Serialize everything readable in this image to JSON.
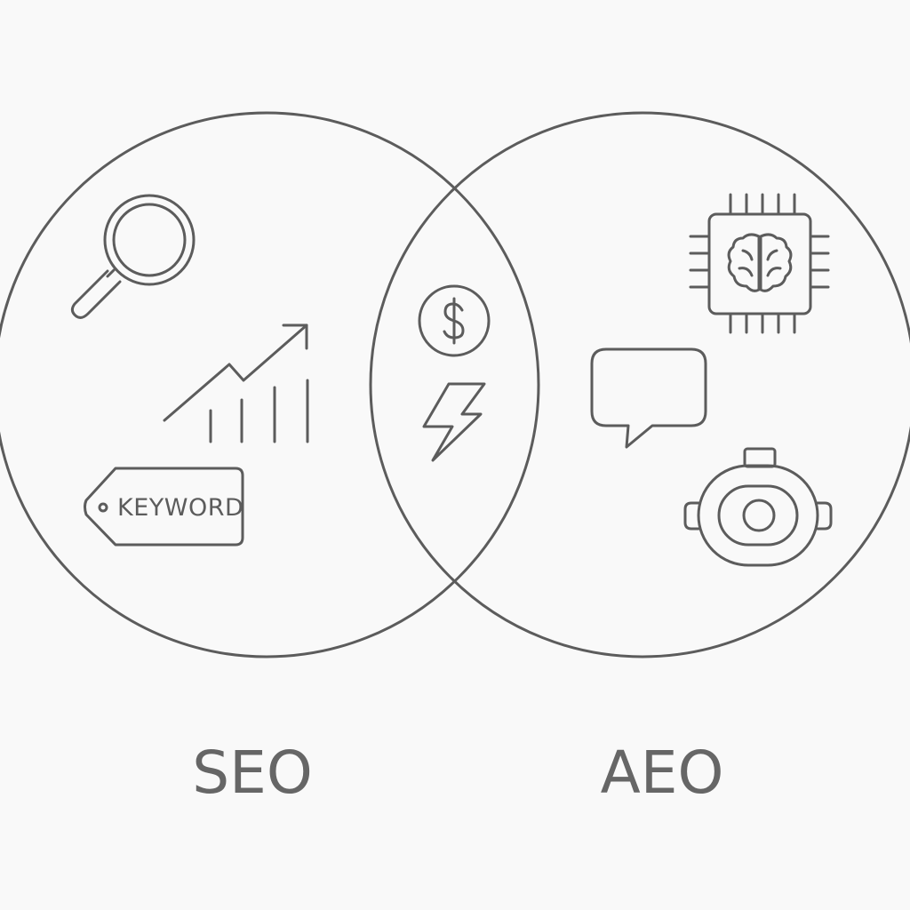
{
  "diagram": {
    "left_set": {
      "label": "SEO",
      "icons": [
        "magnifying-glass-icon",
        "trending-chart-icon",
        "keyword-tag-icon"
      ],
      "tag_text": "KEYWORD"
    },
    "right_set": {
      "label": "AEO",
      "icons": [
        "ai-chip-brain-icon",
        "chat-bubble-icon",
        "robot-head-icon"
      ]
    },
    "overlap": {
      "icons": [
        "dollar-coin-icon",
        "lightning-bolt-icon"
      ]
    },
    "colors": {
      "stroke": "#5c5c5c",
      "label": "#666666",
      "background": "#f9f9f9"
    }
  }
}
